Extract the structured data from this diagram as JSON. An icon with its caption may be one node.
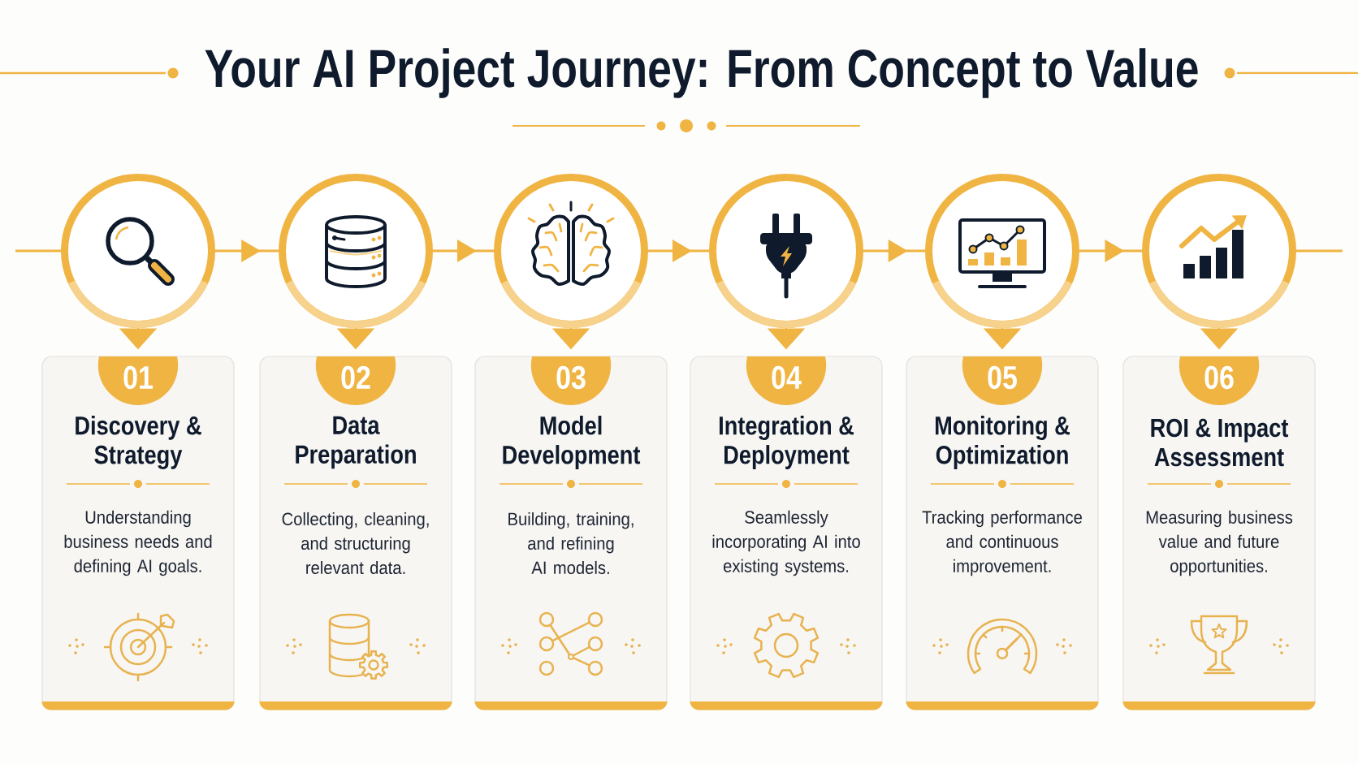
{
  "diagram": {
    "title": "Your AI Project Journey: From Concept to Value",
    "nodes": [
      {
        "text": [],
        "shape": "circle"
      },
      {
        "text": [],
        "shape": "circle"
      },
      {
        "text": [],
        "shape": "circle"
      },
      {
        "text": [],
        "shape": "circle"
      },
      {
        "text": [],
        "shape": "circle"
      },
      {
        "text": [],
        "shape": "circle"
      },
      {
        "text": [
          "Discovery & Strategy",
          "Understanding business needs and defining AI goals."
        ]
      },
      {
        "text": [
          "01"
        ],
        "in": 6
      },
      {
        "text": [
          "Data Preparation",
          "Collecting, cleaning, and structuring relevant data."
        ]
      },
      {
        "text": [
          "02"
        ],
        "in": 8
      },
      {
        "text": [
          "Model Development",
          "Building, training, and refining AI models."
        ]
      },
      {
        "text": [
          "03"
        ],
        "in": 10
      },
      {
        "text": [
          "Integration & Deployment",
          "Seamlessly incorporating AI into existing systems."
        ]
      },
      {
        "text": [
          "04"
        ],
        "in": 12
      },
      {
        "text": [
          "Monitoring & Optimization",
          "Tracking performance and continuous improvement."
        ]
      },
      {
        "text": [
          "05"
        ],
        "in": 14
      },
      {
        "text": [
          "ROI & Impact Assessment",
          "Measuring business value and future opportunities."
        ]
      },
      {
        "text": [
          "06"
        ],
        "in": 16
      }
    ],
    "edges": [
      {
        "from": null,
        "to": 0,
        "arrow": "none"
      },
      {
        "from": 0,
        "to": 1,
        "arrow": "to"
      },
      {
        "from": 1,
        "to": 2,
        "arrow": "to"
      },
      {
        "from": 2,
        "to": 3,
        "arrow": "to"
      },
      {
        "from": 3,
        "to": 4,
        "arrow": "to"
      },
      {
        "from": 4,
        "to": 5,
        "arrow": "to"
      },
      {
        "from": 5,
        "to": null,
        "arrow": "none"
      },
      {
        "from": 0,
        "to": 6,
        "arrow": "to"
      },
      {
        "from": 1,
        "to": 8,
        "arrow": "to"
      },
      {
        "from": 2,
        "to": 10,
        "arrow": "to"
      },
      {
        "from": 3,
        "to": 12,
        "arrow": "to"
      },
      {
        "from": 4,
        "to": 14,
        "arrow": "to"
      },
      {
        "from": 5,
        "to": 16,
        "arrow": "to"
      }
    ]
  }
}
